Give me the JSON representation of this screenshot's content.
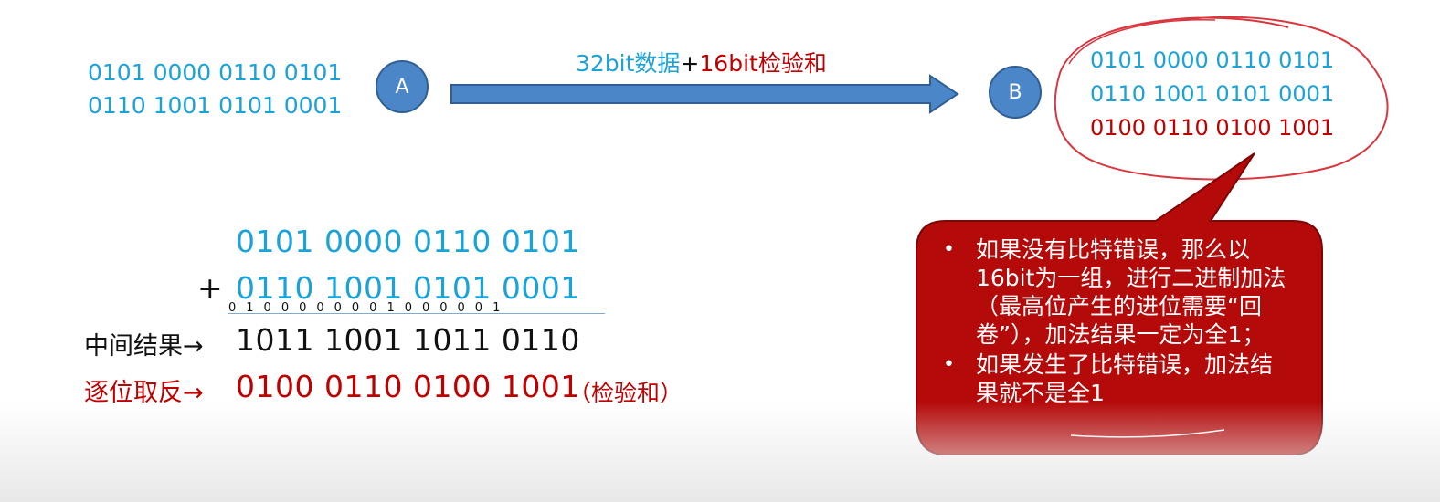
{
  "sender": {
    "node_label": "A",
    "lines": [
      "0101 0000 0110 0101",
      "0110 1001 0101 0001"
    ]
  },
  "transfer": {
    "label_data": "32bit数据",
    "label_plus": "+",
    "label_checksum": "16bit检验和"
  },
  "receiver": {
    "node_label": "B",
    "data_lines": [
      "0101 0000 0110 0101",
      "0110 1001 0101 0001"
    ],
    "checksum_line": "0100 0110 0100 1001"
  },
  "calculation": {
    "operand1": "0101 0000 0110 0101",
    "plus_sign": "+",
    "operand2": "0110 1001 0101 0001",
    "carry_row": "0100000001000001",
    "intermediate_label": "中间结果→",
    "intermediate_value": "1011 1001 1011 0110",
    "inverted_label": "逐位取反→",
    "inverted_value": "0100 0110 0100 1001",
    "inverted_note": "（检验和）"
  },
  "callout": {
    "bullets": [
      "如果没有比特错误，那么以16bit为一组，进行二进制加法（最高位产生的进位需要“回卷”），加法结果一定为全1；",
      "如果发生了比特错误，加法结果就不是全1"
    ]
  },
  "colors": {
    "data_blue": "#1aa3d8",
    "checksum_red": "#c00000",
    "node_fill": "#4a86c8",
    "callout_fill": "#b50a0a"
  }
}
